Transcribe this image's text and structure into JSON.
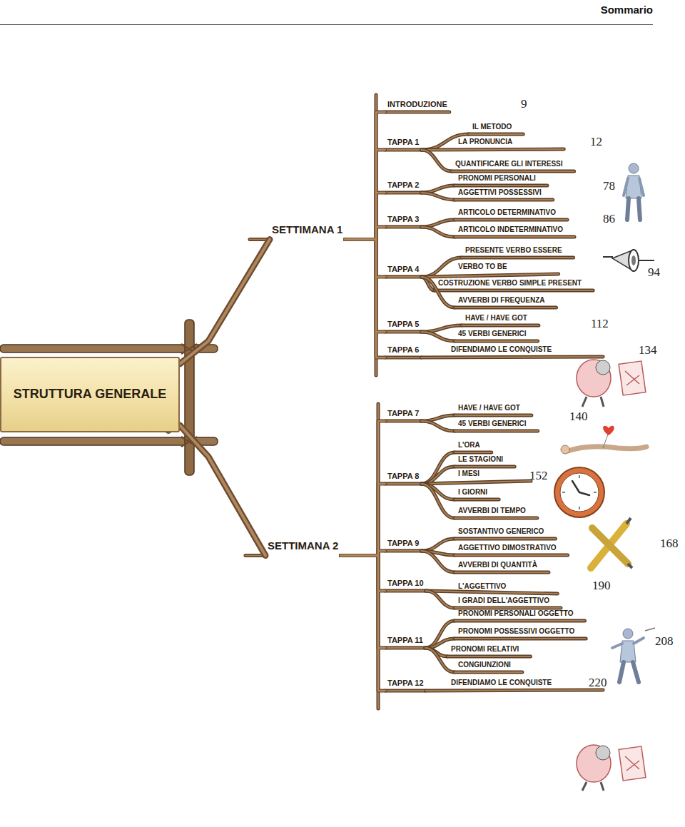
{
  "diagram": {
    "title": "Sommario",
    "nodes": [
      {
        "text": [
          "STRUTTURA GENERALE"
        ]
      },
      {
        "text": [
          "SETTIMANA 1"
        ]
      },
      {
        "text": [
          "INTRODUZIONE"
        ]
      },
      {
        "text": [
          "TAPPA 1"
        ]
      },
      {
        "text": [
          "TAPPA 2"
        ]
      },
      {
        "text": [
          "TAPPA 3"
        ]
      },
      {
        "text": [
          "TAPPA 4"
        ]
      },
      {
        "text": [
          "TAPPA 5"
        ]
      },
      {
        "text": [
          "TAPPA 6"
        ]
      },
      {
        "text": [
          "SETTIMANA 2"
        ]
      },
      {
        "text": [
          "TAPPA 7"
        ]
      },
      {
        "text": [
          "TAPPA 8"
        ]
      },
      {
        "text": [
          "TAPPA 9"
        ]
      },
      {
        "text": [
          "TAPPA 10"
        ]
      },
      {
        "text": [
          "TAPPA 11"
        ]
      },
      {
        "text": [
          "TAPPA 12"
        ]
      }
    ],
    "edges": [
      {
        "from": 0,
        "to": 1,
        "arrow": "none"
      },
      {
        "from": 0,
        "to": 9,
        "arrow": "none"
      },
      {
        "from": 1,
        "to": 2,
        "arrow": "none"
      },
      {
        "from": 1,
        "to": 3,
        "arrow": "none"
      },
      {
        "from": 1,
        "to": 4,
        "arrow": "none"
      },
      {
        "from": 1,
        "to": 5,
        "arrow": "none"
      },
      {
        "from": 1,
        "to": 6,
        "arrow": "none"
      },
      {
        "from": 1,
        "to": 7,
        "arrow": "none"
      },
      {
        "from": 1,
        "to": 8,
        "arrow": "none"
      },
      {
        "from": 9,
        "to": 10,
        "arrow": "none"
      },
      {
        "from": 9,
        "to": 11,
        "arrow": "none"
      },
      {
        "from": 9,
        "to": 12,
        "arrow": "none"
      },
      {
        "from": 9,
        "to": 13,
        "arrow": "none"
      },
      {
        "from": 9,
        "to": 14,
        "arrow": "none"
      },
      {
        "from": 9,
        "to": 15,
        "arrow": "none"
      }
    ],
    "labels": [
      "9",
      "IL METODO",
      "LA PRONUNCIA",
      "QUANTIFICARE GLI INTERESSI",
      "12",
      "PRONOMI PERSONALI",
      "AGGETTIVI POSSESSIVI",
      "78",
      "ARTICOLO DETERMINATIVO",
      "ARTICOLO INDETERMINATIVO",
      "86",
      "PRESENTE VERBO ESSERE",
      "VERBO TO BE",
      "COSTRUZIONE VERBO SIMPLE PRESENT",
      "AVVERBI DI FREQUENZA",
      "94",
      "HAVE / HAVE GOT",
      "45 VERBI GENERICI",
      "112",
      "DIFENDIAMO LE CONQUISTE",
      "134",
      "HAVE / HAVE GOT",
      "45 VERBI GENERICI",
      "140",
      "L'ORA",
      "LE STAGIONI",
      "I MESI",
      "I GIORNI",
      "AVVERBI DI TEMPO",
      "152",
      "SOSTANTIVO GENERICO",
      "AGGETTIVO DIMOSTRATIVO",
      "AVVERBI DI QUANTITÀ",
      "168",
      "L'AGGETTIVO",
      "I GRADI DELL'AGGETTIVO",
      "190",
      "PRONOMI PERSONALI OGGETTO",
      "PRONOMI POSSESSIVI OGGETTO",
      "PRONOMI RELATIVI",
      "CONGIUNZIONI",
      "208",
      "DIFENDIAMO LE CONQUISTE",
      "220"
    ]
  }
}
